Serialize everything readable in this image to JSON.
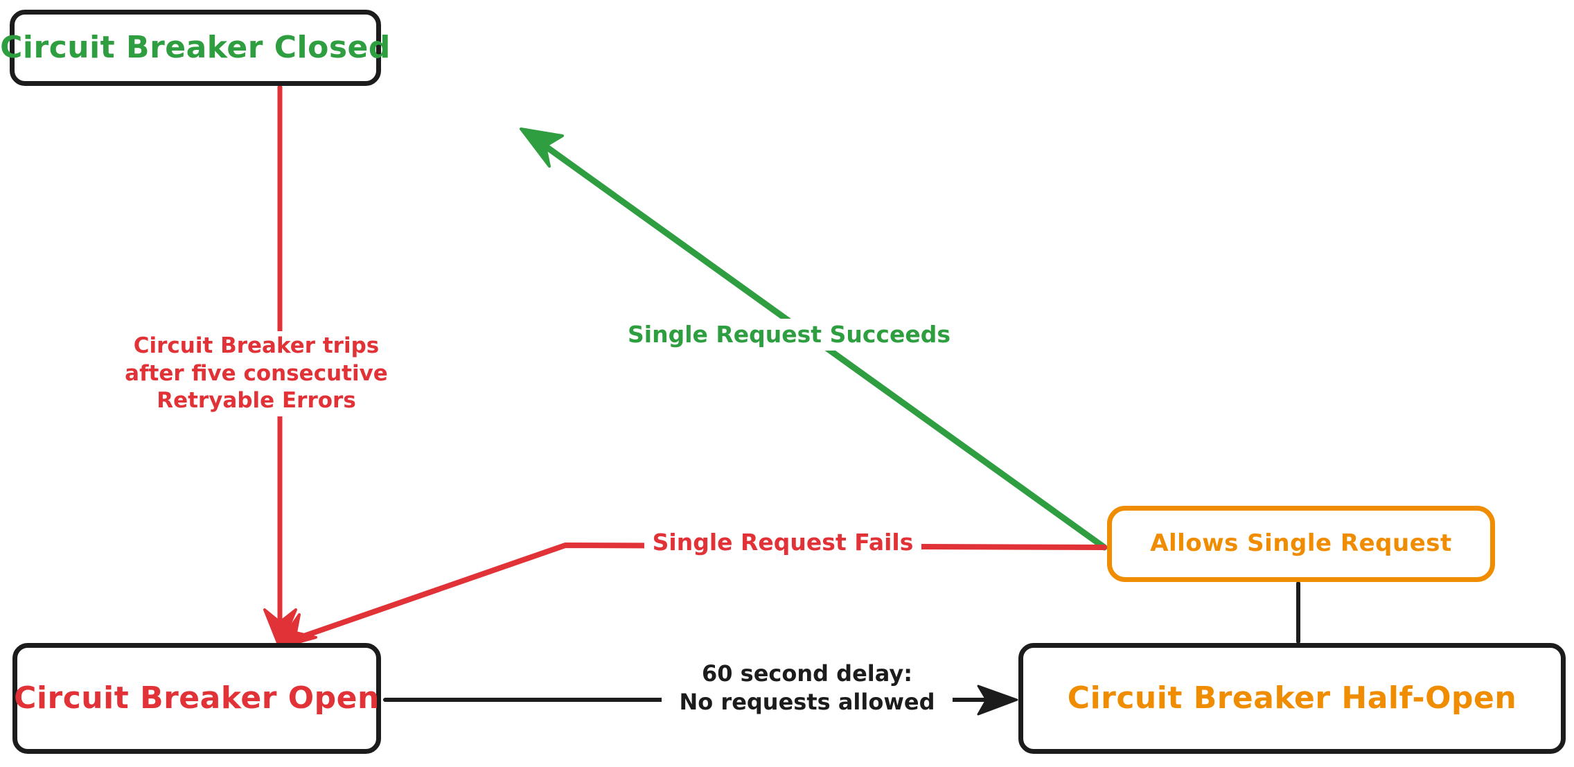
{
  "diagram": {
    "type": "state-diagram",
    "title": "Circuit Breaker State Diagram",
    "background": "#ffffff",
    "colors": {
      "green": "#2f9e41",
      "red": "#e13238",
      "orange": "#f08c00",
      "black": "#1c1c1c",
      "white": "#ffffff"
    },
    "nodes": [
      {
        "id": "closed",
        "label": "Circuit Breaker Closed",
        "text_color": "#2f9e41",
        "border_color": "#1c1c1c",
        "shape": "rounded-rect"
      },
      {
        "id": "open",
        "label": "Circuit Breaker Open",
        "text_color": "#e13238",
        "border_color": "#1c1c1c",
        "shape": "rounded-rect"
      },
      {
        "id": "half-open",
        "label": "Circuit Breaker Half-Open",
        "text_color": "#f08c00",
        "border_color": "#1c1c1c",
        "shape": "rounded-rect"
      },
      {
        "id": "allows-single",
        "label": "Allows Single Request",
        "text_color": "#f08c00",
        "border_color": "#ef8c00",
        "shape": "rounded-rect"
      }
    ],
    "edges": [
      {
        "id": "closed-to-open",
        "from": "closed",
        "to": "open",
        "color": "#e13238",
        "arrow": true,
        "label": "Circuit Breaker trips\nafter five consecutive\nRetryable Errors",
        "label_color": "#e13238"
      },
      {
        "id": "allows-single-to-closed",
        "from": "allows-single",
        "to": "closed",
        "color": "#2f9e41",
        "arrow": true,
        "label": "Single Request Succeeds",
        "label_color": "#2f9e41"
      },
      {
        "id": "allows-single-to-open",
        "from": "allows-single",
        "to": "open",
        "color": "#e13238",
        "arrow": true,
        "label": "Single Request Fails",
        "label_color": "#e13238"
      },
      {
        "id": "open-to-half-open",
        "from": "open",
        "to": "half-open",
        "color": "#1c1c1c",
        "arrow": true,
        "label": "60 second delay:\nNo requests allowed",
        "label_color": "#1c1c1c"
      },
      {
        "id": "half-open-to-allows-single",
        "from": "half-open",
        "to": "allows-single",
        "color": "#1c1c1c",
        "arrow": false,
        "label": "",
        "label_color": "#1c1c1c"
      }
    ],
    "edge_labels": {
      "trips": "Circuit Breaker trips\nafter five consecutive\nRetryable Errors",
      "succeeds": "Single Request Succeeds",
      "fails": "Single Request Fails",
      "delay": "60 second delay:\nNo requests allowed"
    }
  }
}
